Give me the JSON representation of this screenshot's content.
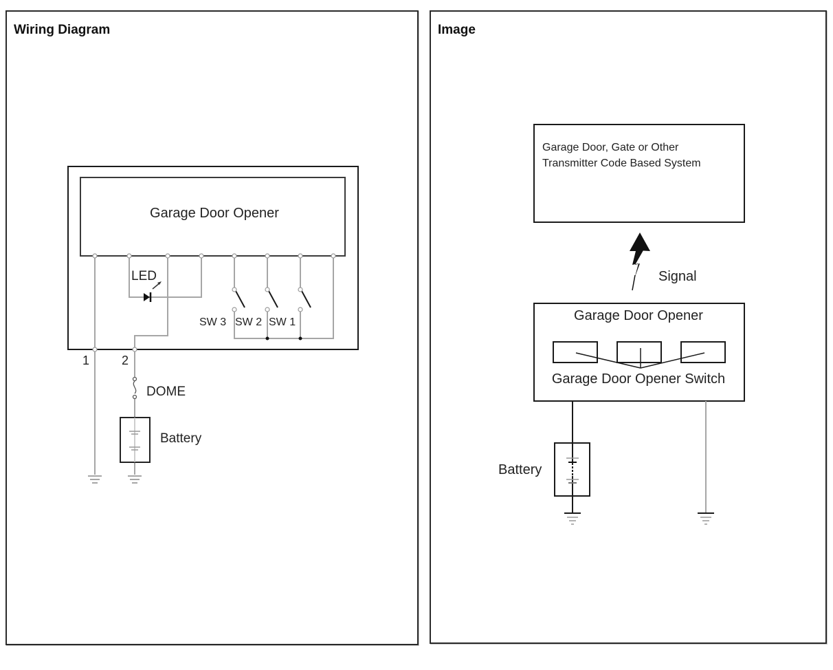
{
  "panels": {
    "left": {
      "title": "Wiring Diagram",
      "module_label": "Garage Door Opener",
      "led_label": "LED",
      "switches": [
        "SW 3",
        "SW 2",
        "SW 1"
      ],
      "pin_labels": [
        "1",
        "2"
      ],
      "fuse_label": "DOME",
      "battery_label": "Battery"
    },
    "right": {
      "title": "Image",
      "system_label_line1": "Garage Door, Gate or Other",
      "system_label_line2": "Transmitter Code Based System",
      "signal_label": "Signal",
      "opener_label": "Garage Door Opener",
      "switch_label": "Garage Door Opener Switch",
      "battery_label": "Battery"
    }
  },
  "colors": {
    "border": "#1a1a1a",
    "wire_gray": "#a6a6a6",
    "wire_black": "#1a1a1a",
    "text": "#222222"
  }
}
